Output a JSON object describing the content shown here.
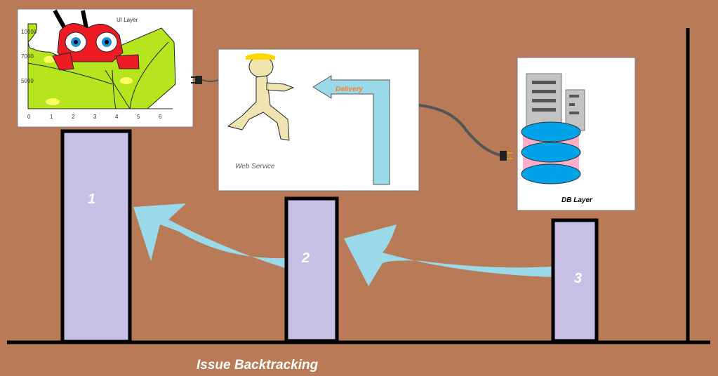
{
  "ui_layer": {
    "title": "UI Layer",
    "y_ticks": [
      "10000",
      "7000",
      "5000"
    ],
    "x_ticks": [
      "0",
      "1",
      "2",
      "3",
      "4",
      "5",
      "6"
    ]
  },
  "web_service": {
    "title": "Web Service",
    "arrow_label": "Delivery"
  },
  "db_layer": {
    "title": "DB Layer"
  },
  "bars": [
    {
      "label": "1"
    },
    {
      "label": "2"
    },
    {
      "label": "3"
    }
  ],
  "caption": "Issue Backtracking",
  "colors": {
    "background": "#b97a57",
    "bar": "#c8bfe7",
    "arrow": "#99d9ea",
    "delivery_text": "#ff7f27"
  }
}
